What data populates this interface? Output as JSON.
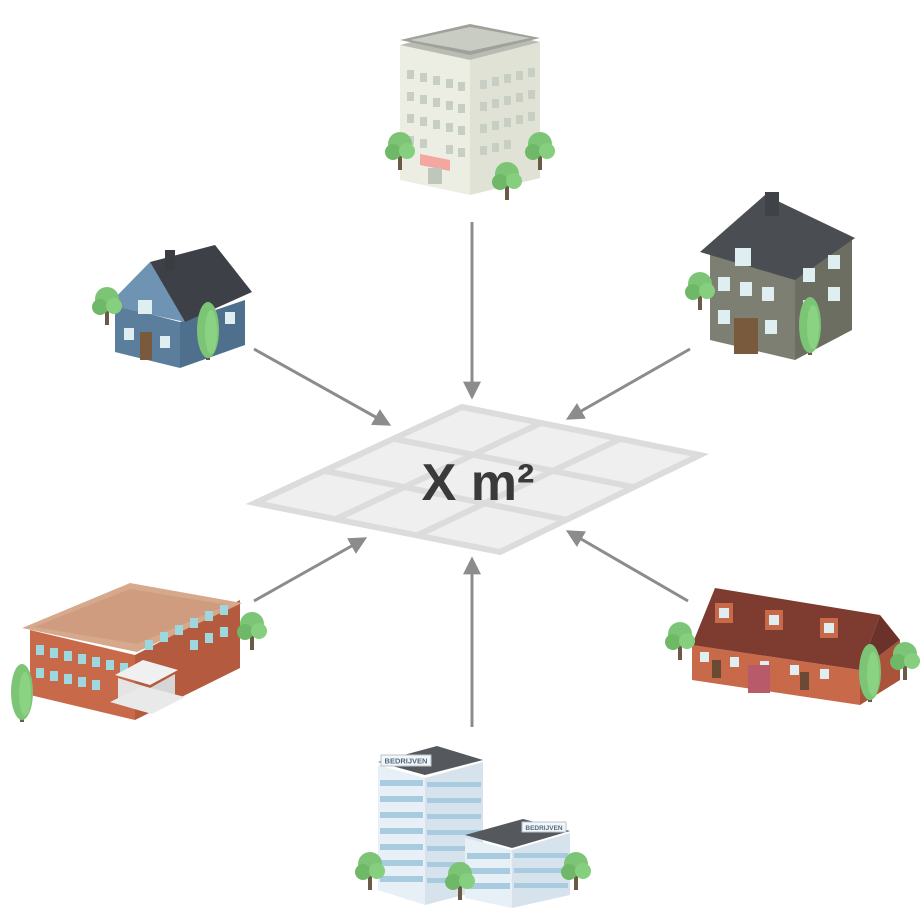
{
  "center": {
    "label": "X m²"
  },
  "buildings": [
    {
      "name": "apartment-tower",
      "position": "top"
    },
    {
      "name": "townhouse",
      "position": "top-right"
    },
    {
      "name": "row-houses",
      "position": "bottom-right"
    },
    {
      "name": "office-complex",
      "position": "bottom",
      "sign_large": "BEDRIJVEN",
      "sign_small": "BEDRIJVEN"
    },
    {
      "name": "school-building",
      "position": "bottom-left"
    },
    {
      "name": "detached-house",
      "position": "top-left"
    }
  ],
  "colors": {
    "arrow": "#8c8c8c",
    "floor_plate": "#efefef",
    "floor_grid": "#dcdcdc",
    "roof_dark": "#4a4d52",
    "tree": "#7cc576",
    "brick": "#c8694a",
    "blue_wall": "#5b7e9c",
    "grey_wall": "#7d7f72"
  }
}
